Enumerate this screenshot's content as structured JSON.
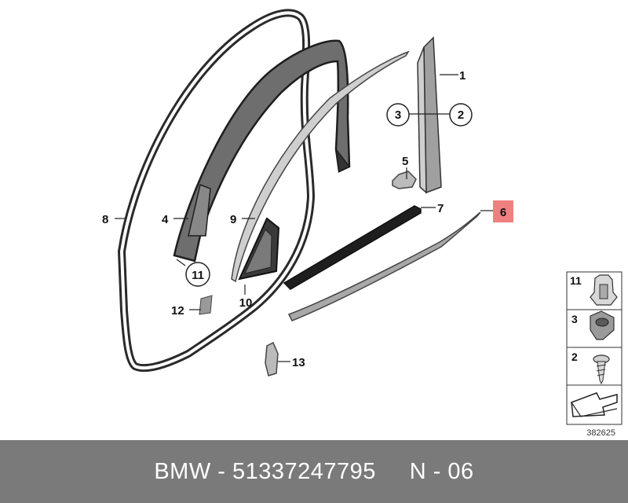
{
  "callouts": {
    "c1": "1",
    "c2": "2",
    "c3": "3",
    "c4": "4",
    "c5": "5",
    "c6": "6",
    "c7": "7",
    "c8": "8",
    "c9": "9",
    "c10": "10",
    "c11": "11",
    "c12": "12",
    "c13": "13"
  },
  "legend": {
    "item1": "11",
    "item2": "3",
    "item3": "2"
  },
  "reference_number": "382625",
  "footer": {
    "brand": "BMW",
    "part_number": "51337247795",
    "position": "N - 06"
  },
  "colors": {
    "highlight": "#f08080",
    "footer_bg": "#7a7a7a"
  }
}
